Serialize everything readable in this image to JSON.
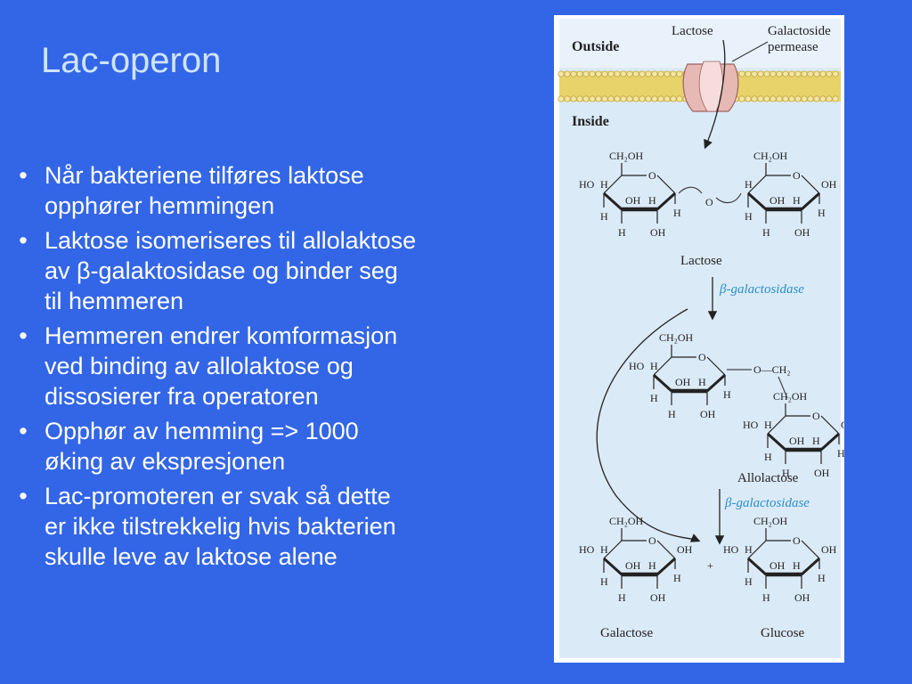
{
  "slide": {
    "title": "Lac-operon",
    "bullet_glyph": "•",
    "bullets": [
      {
        "lines": [
          "Når bakteriene tilføres laktose",
          "opphører hemmingen"
        ]
      },
      {
        "lines": [
          "Laktose isomeriseres til allolaktose",
          "av β-galaktosidase og binder seg",
          "til hemmeren"
        ]
      },
      {
        "lines": [
          "Hemmeren endrer komformasjon",
          "ved binding av allolaktose og",
          "dissosierer fra operatoren"
        ]
      },
      {
        "lines": [
          "Opphør av hemming => 1000",
          "øking av ekspresjonen"
        ]
      },
      {
        "lines": [
          "Lac-promoteren er svak så dette",
          "er ikke tilstrekkelig hvis bakterien",
          "skulle leve av laktose alene"
        ]
      }
    ]
  },
  "figure": {
    "outside_label": "Outside",
    "inside_label": "Inside",
    "lactose_top_label": "Lactose",
    "permease_label_1": "Galactoside",
    "permease_label_2": "permease",
    "lactose_label": "Lactose",
    "enzyme_label_1": "β-galactosidase",
    "allolactose_label": "Allolactose",
    "enzyme_label_2": "β-galactosidase",
    "galactose_label": "Galactose",
    "glucose_label": "Glucose",
    "plus_sign": "+",
    "atoms": {
      "ch2oh": "CH₂OH",
      "o": "O",
      "h": "H",
      "oh": "OH",
      "ho": "HO",
      "o_ch2": "O—CH₂"
    },
    "colors": {
      "cell_background": "#dbeaf7",
      "membrane_yellow": "#e8d26a",
      "membrane_head": "#f2e6a6",
      "permease": "#e7b9b5",
      "enzyme_text": "#2a8fc9",
      "ring_bold": "#111111"
    }
  }
}
